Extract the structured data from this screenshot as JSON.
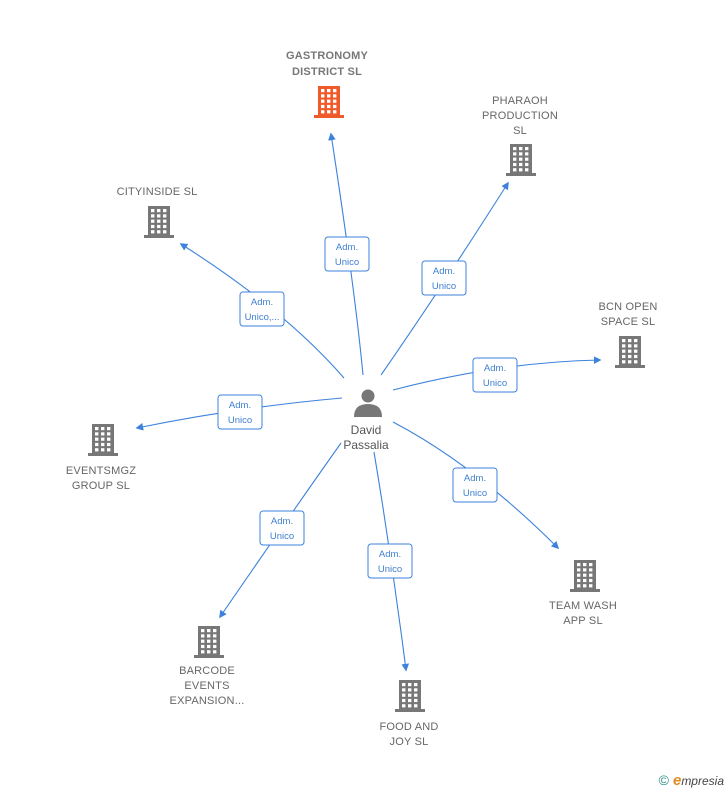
{
  "person": {
    "name_line1": "David",
    "name_line2": "Passalia"
  },
  "colors": {
    "accent": "#3c82dc",
    "highlight": "#f05a2b",
    "building": "#777777"
  },
  "companies": [
    {
      "id": "gastronomy",
      "lines": [
        "GASTRONOMY",
        "DISTRICT  SL"
      ],
      "highlight": true
    },
    {
      "id": "pharaoh",
      "lines": [
        "PHARAOH",
        "PRODUCTION",
        "SL"
      ],
      "highlight": false
    },
    {
      "id": "cityinside",
      "lines": [
        "CITYINSIDE SL"
      ],
      "highlight": false
    },
    {
      "id": "bcn",
      "lines": [
        "BCN OPEN",
        "SPACE  SL"
      ],
      "highlight": false
    },
    {
      "id": "eventsmgz",
      "lines": [
        "EVENTSMGZ",
        "GROUP  SL"
      ],
      "highlight": false
    },
    {
      "id": "teamwash",
      "lines": [
        "TEAM WASH",
        "APP  SL"
      ],
      "highlight": false
    },
    {
      "id": "barcode",
      "lines": [
        "BARCODE",
        "EVENTS",
        "EXPANSION..."
      ],
      "highlight": false
    },
    {
      "id": "food",
      "lines": [
        "FOOD AND",
        "JOY  SL"
      ],
      "highlight": false
    }
  ],
  "edges": [
    {
      "to": "gastronomy",
      "lines": [
        "Adm.",
        "Unico"
      ]
    },
    {
      "to": "pharaoh",
      "lines": [
        "Adm.",
        "Unico"
      ]
    },
    {
      "to": "cityinside",
      "lines": [
        "Adm.",
        "Unico,..."
      ]
    },
    {
      "to": "bcn",
      "lines": [
        "Adm.",
        "Unico"
      ]
    },
    {
      "to": "eventsmgz",
      "lines": [
        "Adm.",
        "Unico"
      ]
    },
    {
      "to": "teamwash",
      "lines": [
        "Adm.",
        "Unico"
      ]
    },
    {
      "to": "barcode",
      "lines": [
        "Adm.",
        "Unico"
      ]
    },
    {
      "to": "food",
      "lines": [
        "Adm.",
        "Unico"
      ]
    }
  ],
  "footer": {
    "copyright": "©",
    "brand_initial": "e",
    "brand_rest": "mpresia"
  }
}
